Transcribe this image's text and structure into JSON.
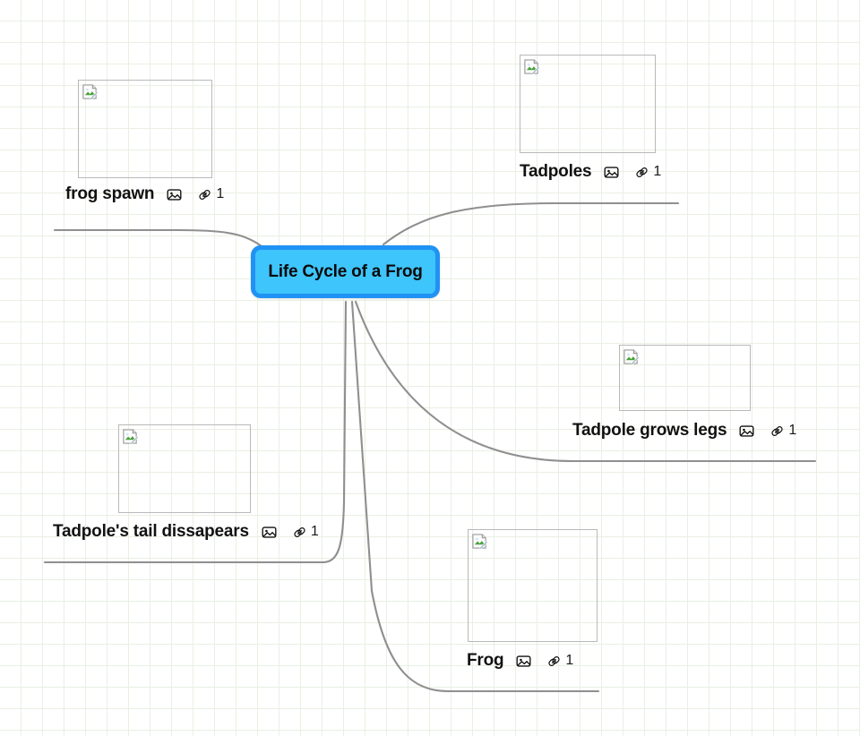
{
  "canvas": {
    "grid_color": "#e9f0e2",
    "background": "#ffffff",
    "edge_color": "#8f8f8f"
  },
  "root": {
    "label": "Life Cycle of a Frog",
    "fill_color": "#3ec5fb",
    "border_color": "#2092f4",
    "text_color": "#0a0a0a"
  },
  "icons": {
    "image": "image-icon",
    "link": "link-icon",
    "broken_image": "broken-image-icon"
  },
  "topics": [
    {
      "id": "frog-spawn",
      "label": "frog spawn",
      "image_icon": "image-icon",
      "link_icon": "link-icon",
      "link_count": "1",
      "image_placeholder": "broken-image-icon"
    },
    {
      "id": "tadpoles",
      "label": "Tadpoles",
      "image_icon": "image-icon",
      "link_icon": "link-icon",
      "link_count": "1",
      "image_placeholder": "broken-image-icon"
    },
    {
      "id": "tadpole-grows-legs",
      "label": "Tadpole grows legs",
      "image_icon": "image-icon",
      "link_icon": "link-icon",
      "link_count": "1",
      "image_placeholder": "broken-image-icon"
    },
    {
      "id": "tadpoles-tail-dissapears",
      "label": "Tadpole's tail dissapears",
      "image_icon": "image-icon",
      "link_icon": "link-icon",
      "link_count": "1",
      "image_placeholder": "broken-image-icon"
    },
    {
      "id": "frog",
      "label": "Frog",
      "image_icon": "image-icon",
      "link_icon": "link-icon",
      "link_count": "1",
      "image_placeholder": "broken-image-icon"
    }
  ]
}
